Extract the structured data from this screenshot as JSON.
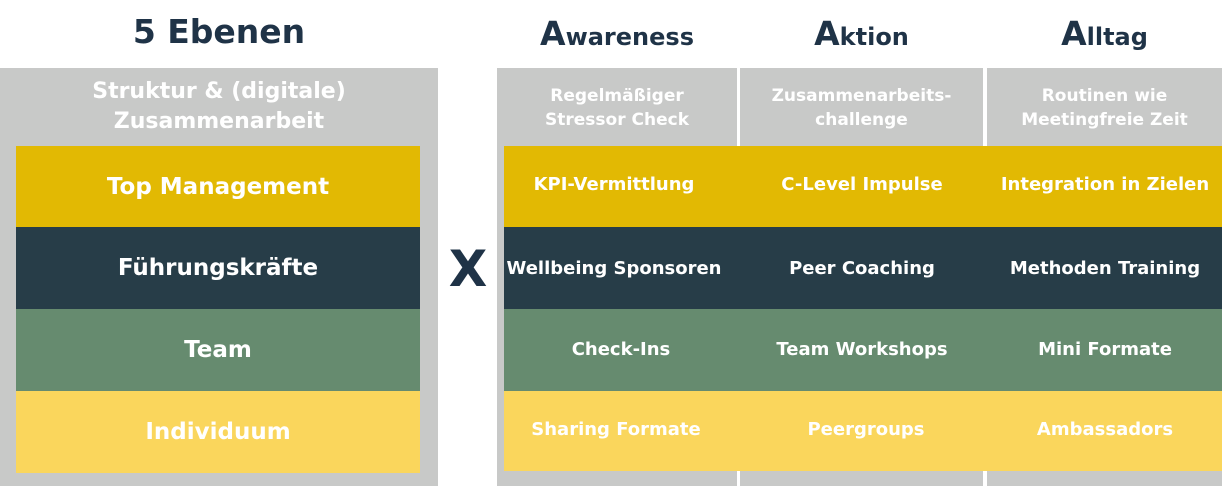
{
  "left": {
    "title": "5 Ebenen",
    "panel_label_line1": "Struktur & (digitale)",
    "panel_label_line2": "Zusammenarbeit",
    "levels": [
      {
        "label": "Top Management",
        "color": "#e2b903"
      },
      {
        "label": "Führungskräfte",
        "color": "#273d48"
      },
      {
        "label": "Team",
        "color": "#668b6f"
      },
      {
        "label": "Individuum",
        "color": "#fad65c"
      }
    ]
  },
  "operator": "X",
  "columns": [
    {
      "initial": "A",
      "rest": "wareness",
      "subtitle_line1": "Regelmäßiger",
      "subtitle_line2": "Stressor Check",
      "cells": [
        "KPI-Vermittlung",
        "Wellbeing Sponsoren",
        "Check-Ins",
        "Sharing Formate"
      ]
    },
    {
      "initial": "A",
      "rest": "ktion",
      "subtitle_line1": "Zusammenarbeits-",
      "subtitle_line2": "challenge",
      "cells": [
        "C-Level Impulse",
        "Peer Coaching",
        "Team Workshops",
        "Peergroups"
      ]
    },
    {
      "initial": "A",
      "rest": "lltag",
      "subtitle_line1": "Routinen wie",
      "subtitle_line2": "Meetingfreie Zeit",
      "cells": [
        "Integration in Zielen",
        "Methoden Training",
        "Mini Formate",
        "Ambassadors"
      ]
    }
  ],
  "colors": {
    "heading": "#1f3347",
    "panel_gray": "#c8c9c8",
    "top_management": "#e2b903",
    "fuehrungskraefte": "#273d48",
    "team": "#668b6f",
    "individuum": "#fad65c"
  }
}
